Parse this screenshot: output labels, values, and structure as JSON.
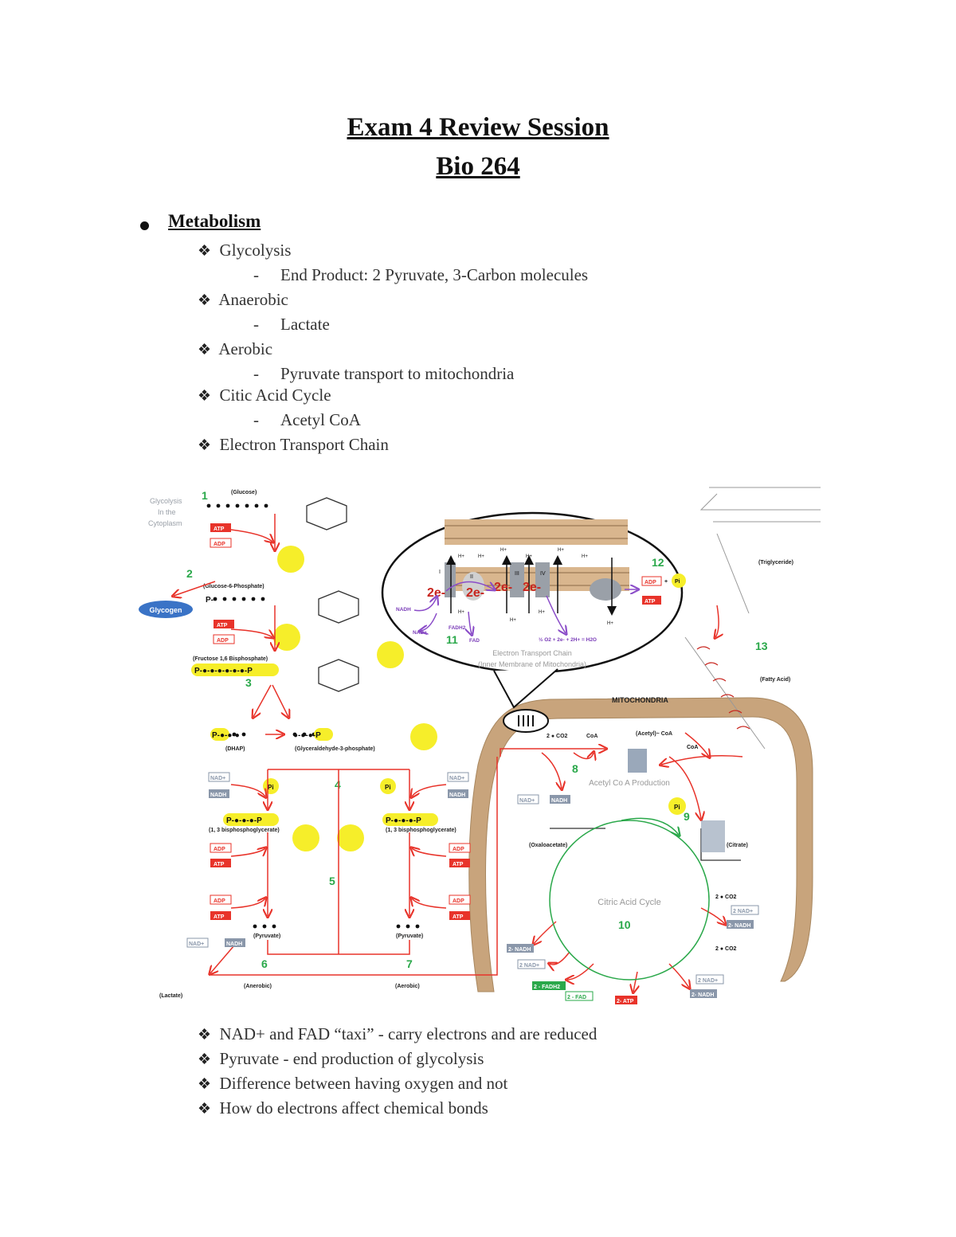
{
  "title": "Exam 4 Review Session",
  "subtitle": "Bio 264",
  "section": {
    "heading": "Metabolism",
    "items": [
      {
        "label": "Glycolysis",
        "sub": "End Product: 2 Pyruvate, 3-Carbon molecules"
      },
      {
        "label": "Anaerobic",
        "sub": "Lactate"
      },
      {
        "label": "Aerobic",
        "sub": "Pyruvate transport to mitochondria"
      },
      {
        "label": "Citic Acid Cycle",
        "sub": "Acetyl CoA"
      },
      {
        "label": "Electron Transport Chain",
        "sub": ""
      }
    ]
  },
  "diagram": {
    "glycolysis_label": [
      "Glycolysis",
      "In the",
      "Cytoplasm"
    ],
    "glucose": "(Glucose)",
    "g6p": "(Glucose-6-Phosphate)",
    "glycogen": "Glycogen",
    "f16bp": "(Fructose 1,6 Bisphosphate)",
    "dhap": "(DHAP)",
    "g3p": "(Glyceraldehyde-3-phosphate)",
    "bpg_left": "(1, 3 bisphosphoglycerate)",
    "bpg_right": "(1, 3 bisphosphoglycerate)",
    "pyruvate_left": "(Pyruvate)",
    "pyruvate_right": "(Pyruvate)",
    "lactate": "(Lactate)",
    "anaerobic": "(Anerobic)",
    "aerobic": "(Aerobic)",
    "atp": "ATP",
    "adp": "ADP",
    "nad": "NAD+",
    "nadh": "NADH",
    "pi": "Pi",
    "etc_title": "Electron Transport Chain",
    "etc_sub": "(Inner Membrane of Mitochondria)",
    "two_e": "2e-",
    "h_plus": "H+",
    "fadh2": "FADH2",
    "fad": "FAD",
    "water_eq": "½ O2 + 2e- + 2H+ = H2O",
    "mitochondria": "MITOCHONDRIA",
    "acetyl_coa_prod": "Acetyl Co A Production",
    "acetyl_coa": "(Acetyl)~ CoA",
    "coa": "CoA",
    "co2": "2 ● CO2",
    "oxaloacetate": "(Oxaloacetate)",
    "citrate": "(Citrate)",
    "citric_acid_cycle": "Citric Acid Cycle",
    "two_nad": "2 NAD+",
    "two_nadh": "2- NADH",
    "two_fadh2": "2 - FADH2",
    "two_fad": "2 - FAD",
    "two_atp": "2- ATP",
    "triglyceride": "(Triglyceride)",
    "fatty_acid": "(Fatty Acid)",
    "complex_labels": [
      "I",
      "II",
      "III",
      "IV"
    ],
    "numbers": [
      "1",
      "2",
      "3",
      "4",
      "5",
      "6",
      "7",
      "8",
      "9",
      "10",
      "11",
      "12",
      "13"
    ]
  },
  "after_items": [
    "NAD+ and FAD “taxi” - carry electrons and are reduced",
    "Pyruvate - end production of glycolysis",
    "Difference between having oxygen and not",
    "How do electrons affect chemical bonds"
  ],
  "colors": {
    "red": "#e8332a",
    "green": "#2aa84a",
    "yellow": "#f6ee2a",
    "blue": "#3a73c6",
    "brown": "#c8a47c",
    "grey": "#8a97aa"
  }
}
